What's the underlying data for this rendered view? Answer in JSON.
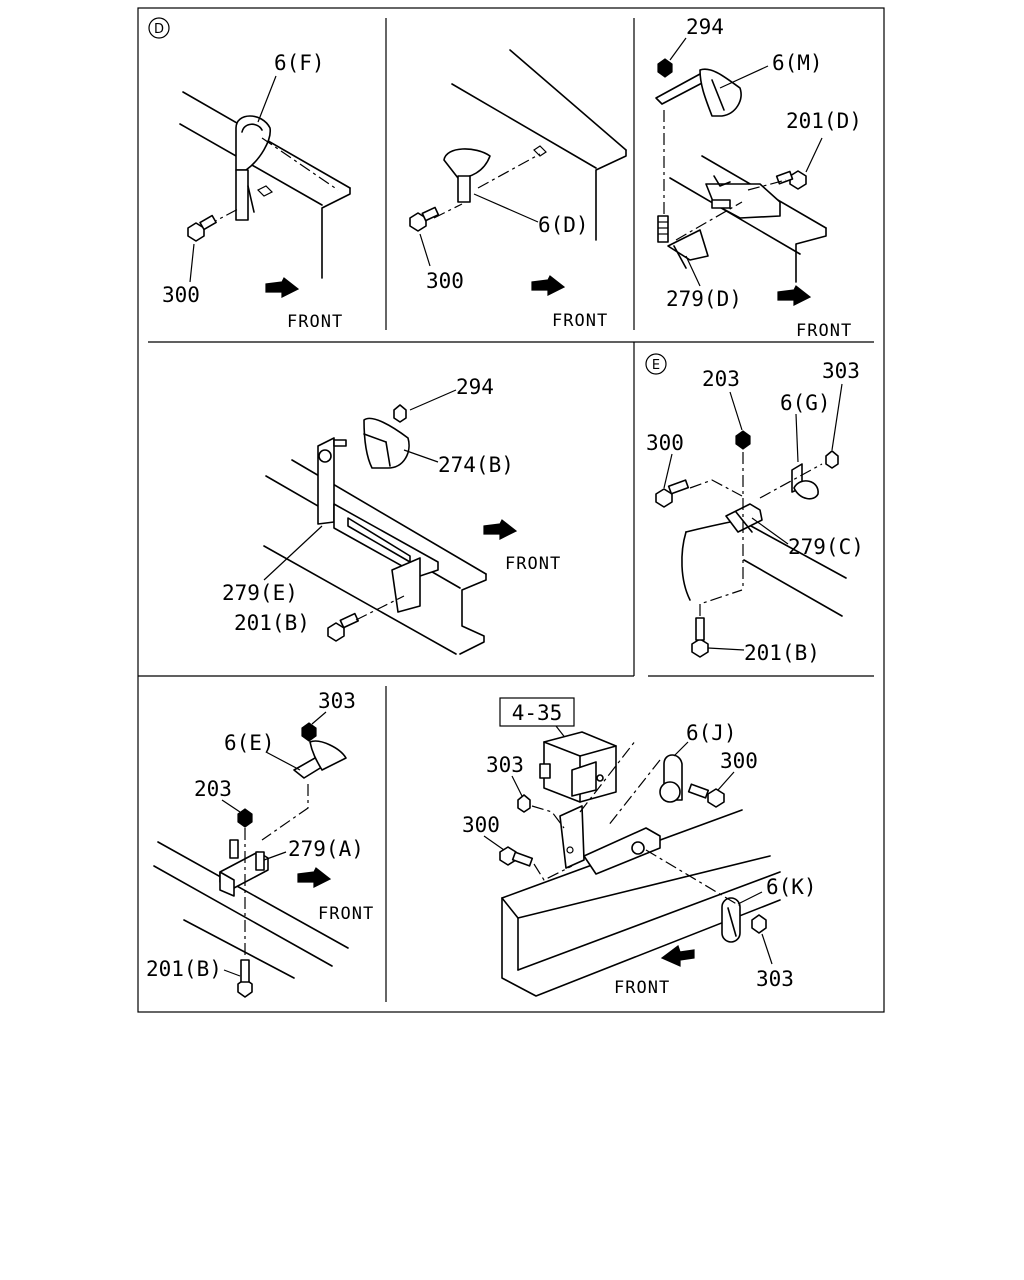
{
  "sections": {
    "d": "D",
    "e": "E"
  },
  "front_label": "FRONT",
  "labels": {
    "p1_6f": "6(F)",
    "p1_300": "300",
    "p2_6d": "6(D)",
    "p2_300": "300",
    "p3_294": "294",
    "p3_6m": "6(M)",
    "p3_201d": "201(D)",
    "p3_279d": "279(D)",
    "p4_294": "294",
    "p4_274b": "274(B)",
    "p4_279e": "279(E)",
    "p4_201b": "201(B)",
    "p5_203": "203",
    "p5_303": "303",
    "p5_300": "300",
    "p5_6g": "6(G)",
    "p5_279c": "279(C)",
    "p5_201b": "201(B)",
    "p6_303": "303",
    "p6_6e": "6(E)",
    "p6_203": "203",
    "p6_279a": "279(A)",
    "p6_201b": "201(B)",
    "p7_ref": "4-35",
    "p7_6j": "6(J)",
    "p7_300a": "300",
    "p7_303a": "303",
    "p7_300b": "300",
    "p7_6k": "6(K)",
    "p7_303b": "303"
  }
}
